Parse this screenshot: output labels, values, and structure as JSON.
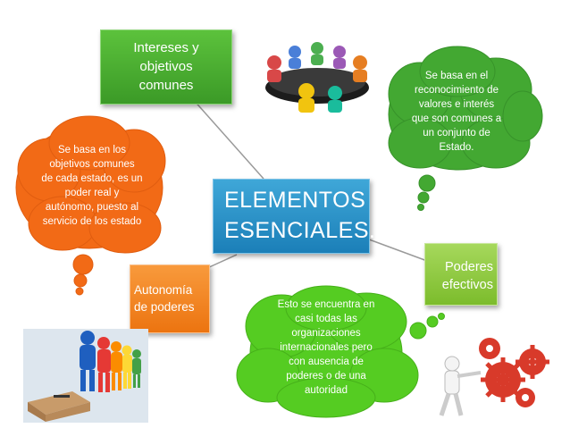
{
  "center": {
    "label_line1": "ELEMENTOS",
    "label_line2": "ESENCIALES."
  },
  "nodes": {
    "interests": {
      "line1": "Intereses y",
      "line2": "objetivos",
      "line3": "comunes",
      "color": "#4caf2f"
    },
    "autonomy": {
      "line1": "Autonomía",
      "line2": "de poderes",
      "color": "#f07d1a"
    },
    "powers": {
      "line1": "Poderes",
      "line2": "efectivos",
      "color": "#8cc63f"
    }
  },
  "clouds": {
    "orange": {
      "lines": [
        "Se basa en los",
        "objetivos comunes",
        "de cada estado, es un",
        "poder real y",
        "autónomo, puesto al",
        "servicio de los estado"
      ],
      "color": "#f26a16"
    },
    "green_top": {
      "lines": [
        "Se basa en el",
        "reconocimiento de",
        "valores e interés",
        "que son comunes a",
        "un conjunto de",
        "Estado."
      ],
      "color": "#43a832"
    },
    "green_bottom": {
      "lines": [
        "Esto se encuentra  en",
        "casi todas las",
        "organizaciones",
        "internacionales  pero",
        "con ausencia de",
        "poderes o de una",
        "autoridad"
      ],
      "color": "#55cc22"
    }
  },
  "icons": [
    "meeting-table-icon",
    "voting-people-icon",
    "gears-pushing-icon"
  ]
}
